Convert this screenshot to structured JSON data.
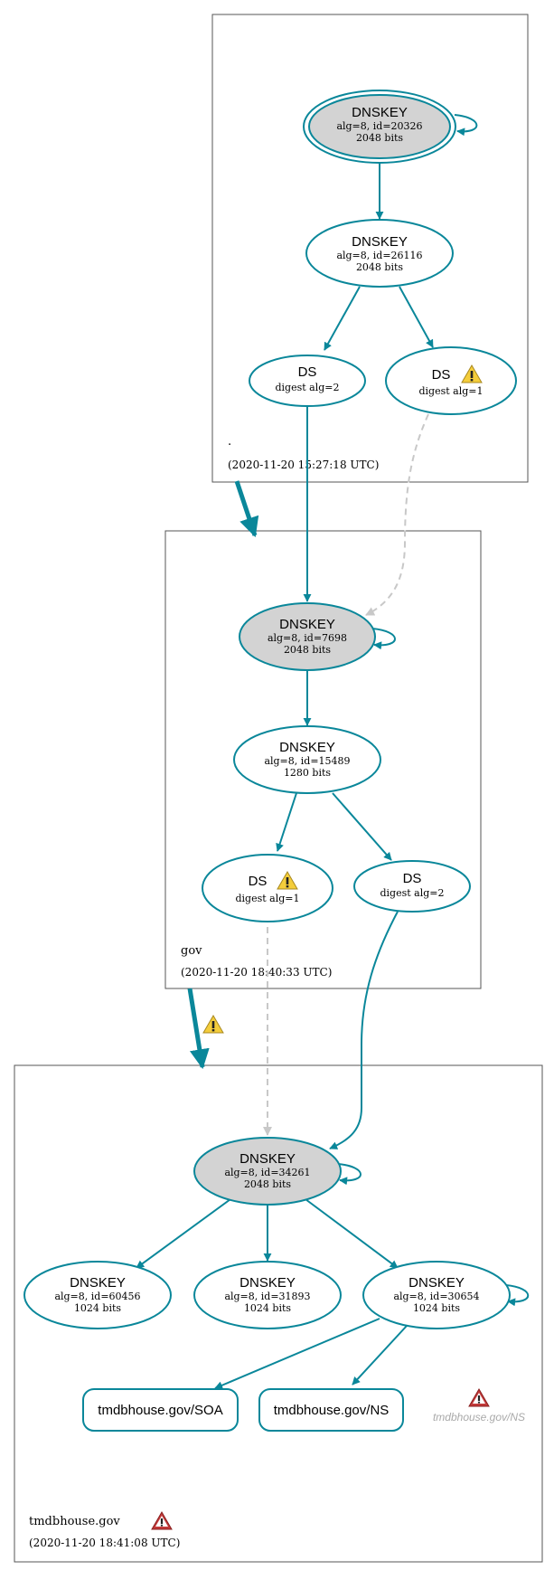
{
  "colors": {
    "edge": "#0a879a",
    "dashed": "#c8c8c8",
    "zone_border": "#555555",
    "node_fill_trust": "#d3d3d3",
    "warning_fill": "#f4cd3b",
    "error_fill": "#c23a3a",
    "faded_text": "#aaaaaa"
  },
  "zones": {
    "root": {
      "name": ".",
      "timestamp": "(2020-11-20 15:27:18 UTC)"
    },
    "gov": {
      "name": "gov",
      "timestamp": "(2020-11-20 18:40:33 UTC)"
    },
    "tmdb": {
      "name": "tmdbhouse.gov",
      "timestamp": "(2020-11-20 18:41:08 UTC)"
    }
  },
  "nodes": {
    "root_ksk": {
      "title": "DNSKEY",
      "line1": "alg=8, id=20326",
      "line2": "2048 bits"
    },
    "root_zsk": {
      "title": "DNSKEY",
      "line1": "alg=8, id=26116",
      "line2": "2048 bits"
    },
    "root_ds2": {
      "title": "DS",
      "line1": "digest alg=2"
    },
    "root_ds1": {
      "title": "DS",
      "line1": "digest alg=1"
    },
    "gov_ksk": {
      "title": "DNSKEY",
      "line1": "alg=8, id=7698",
      "line2": "2048 bits"
    },
    "gov_zsk": {
      "title": "DNSKEY",
      "line1": "alg=8, id=15489",
      "line2": "1280 bits"
    },
    "gov_ds1": {
      "title": "DS",
      "line1": "digest alg=1"
    },
    "gov_ds2": {
      "title": "DS",
      "line1": "digest alg=2"
    },
    "tmdb_ksk": {
      "title": "DNSKEY",
      "line1": "alg=8, id=34261",
      "line2": "2048 bits"
    },
    "tmdb_k1": {
      "title": "DNSKEY",
      "line1": "alg=8, id=60456",
      "line2": "1024 bits"
    },
    "tmdb_k2": {
      "title": "DNSKEY",
      "line1": "alg=8, id=31893",
      "line2": "1024 bits"
    },
    "tmdb_k3": {
      "title": "DNSKEY",
      "line1": "alg=8, id=30654",
      "line2": "1024 bits"
    }
  },
  "records": {
    "soa": "tmdbhouse.gov/SOA",
    "ns": "tmdbhouse.gov/NS",
    "ns_faded": "tmdbhouse.gov/NS"
  },
  "icons": {
    "warning": "warning-triangle-icon",
    "error": "error-triangle-icon"
  }
}
